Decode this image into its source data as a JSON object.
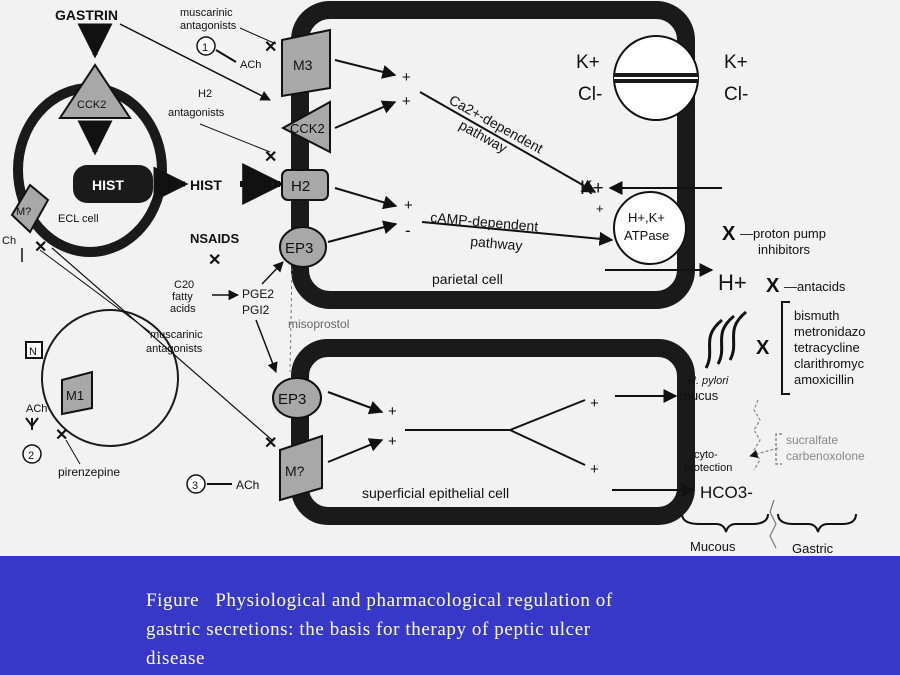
{
  "caption": "Figure   Physiological and pharmacological regulation of\ngastric secretions: the basis for therapy of peptic ulcer\ndisease",
  "colors": {
    "caption_band": "#3838c8",
    "diagram_bg": "#f2f2f2",
    "cell_wall": "#1a1a1a",
    "receptor_fill": "#a8a8a8"
  },
  "labels": {
    "gastrin": "GASTRIN",
    "cck2_ecl": "CCK2",
    "hist_ecl": "HIST",
    "hist_arrow": "HIST",
    "m_ecl": "M?",
    "ecl_cell": "ECL cell",
    "ch": "Ch",
    "n_box": "N",
    "m1": "M1",
    "ach_2": "ACh",
    "num_1": "1",
    "num_2": "2",
    "num_3": "3",
    "pirenzepine": "pirenzepine",
    "muscarinic_top_1": "muscarinic",
    "muscarinic_top_2": "antagonists",
    "ach_1": "ACh",
    "m3": "M3",
    "h2_antag_1": "H2",
    "h2_antag_2": "antagonists",
    "cck2_parietal": "CCK2",
    "h2_receptor": "H2",
    "ep3_parietal": "EP3",
    "nsaids": "NSAIDS",
    "c20_1": "C20",
    "c20_2": "fatty",
    "c20_3": "acids",
    "pge2": "PGE2",
    "pgi2": "PGI2",
    "misoprostol": "misoprostol",
    "muscarinic_mid_1": "muscarinic",
    "muscarinic_mid_2": "antagonists",
    "ep3_epithelial": "EP3",
    "m_epithelial": "M?",
    "ach_3": "ACh",
    "plus_1": "+",
    "plus_2": "+",
    "plus_3": "+",
    "minus_1": "-",
    "ca_pathway_1": "Ca2+-dependent",
    "ca_pathway_2": "pathway",
    "camp_pathway_1": "cAMP-dependent",
    "camp_pathway_2": "pathway",
    "parietal_cell": "parietal cell",
    "k_plus_left": "K+",
    "cl_minus_left": "Cl-",
    "k_plus_right": "K+",
    "cl_minus_right": "Cl-",
    "k_plus_mid": "K+",
    "plus_pump": "+",
    "pump_1": "H+,K+",
    "pump_2": "ATPase",
    "x_pump": "X",
    "ppi_1": "—proton pump",
    "ppi_2": "inhibitors",
    "h_plus": "H+",
    "x_antacid": "X",
    "antacids": "—antacids",
    "x_hpylori": "X",
    "bismuth": "bismuth",
    "metronidazole": "metronidazo",
    "tetracycline": "tetracycline",
    "clarithromycin": "clarithromyc",
    "amoxicillin": "amoxicillin",
    "h_pylori": "H. pylori",
    "plus_e1": "+",
    "plus_e2": "+",
    "plus_e3": "+",
    "plus_e4": "+",
    "mucus": "mucus",
    "cyto_1": "cyto-",
    "cyto_2": "protection",
    "sucralfate": "sucralfate",
    "carbenoxolone": "carbenoxolone",
    "superficial": "superficial epithelial cell",
    "hco3": "HCO3-",
    "mucous": "Mucous",
    "gastric": "Gastric"
  }
}
